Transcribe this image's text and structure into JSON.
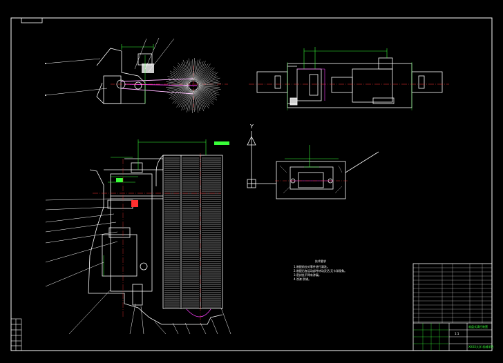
{
  "drawing": {
    "sheet_tag": "",
    "tech_notes_title": "技术要求",
    "tech_notes": [
      "1.装配前应对零件进行清洗。",
      "2.装配后各运动部件转动灵活,无卡滞现象。",
      "3.密封处不得有渗漏。",
      "4.涂漆 防锈。"
    ],
    "axis_label": "Y",
    "title_block": {
      "drawing_name": "吸盘式清扫装置",
      "scale": "1:1",
      "company": "XXXX大学 机械学院"
    },
    "colors": {
      "background": "#000000",
      "line": "#ffffff",
      "dimension": "#39ff39",
      "center": "#ff3030",
      "hidden": "#ff40ff",
      "fill_block": "#d0d0d0"
    }
  }
}
